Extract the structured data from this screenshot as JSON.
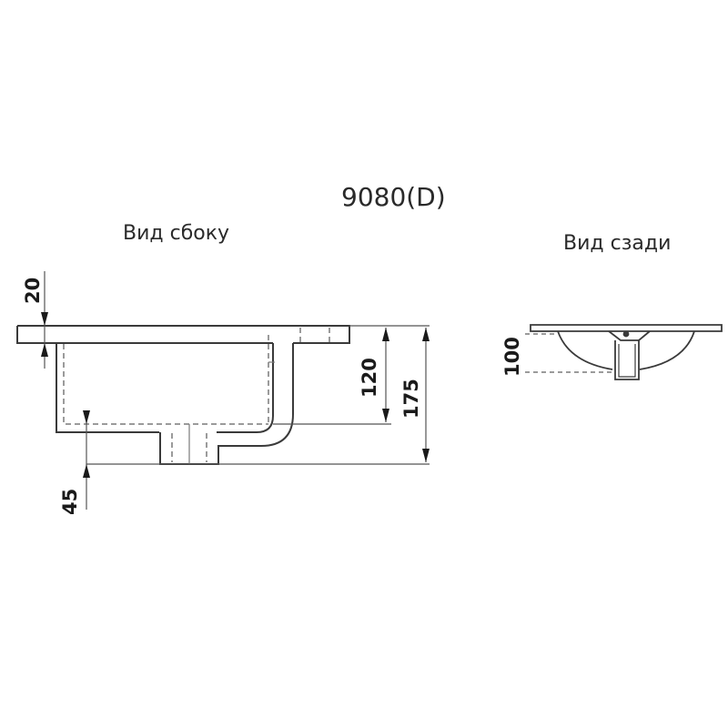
{
  "drawing": {
    "model": "9080(D)",
    "views": {
      "side": {
        "label": "Вид сбоку"
      },
      "back": {
        "label": "Вид сзади"
      }
    },
    "dimensions": {
      "flange_thickness": "20",
      "bowl_depth": "120",
      "total_height": "175",
      "drain_height": "45",
      "back_bowl_depth": "100"
    },
    "units": "mm",
    "colors": {
      "line": "#3a3a3a",
      "hidden_line": "#7a7a7a",
      "text": "#1a1a1a"
    }
  }
}
